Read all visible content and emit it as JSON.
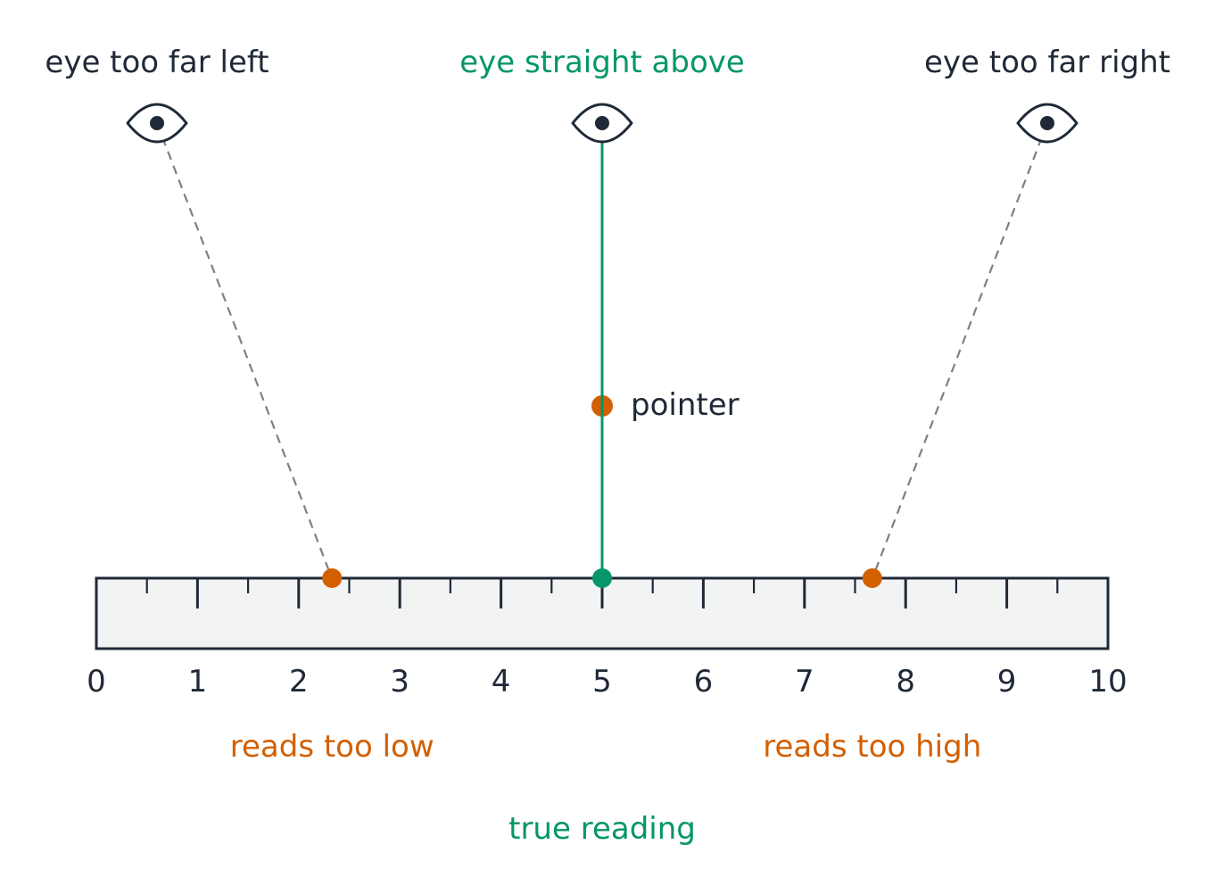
{
  "colors": {
    "ink": "#1f2937",
    "accent_true": "#059669",
    "accent_error": "#d35f00",
    "sightline": "#808080",
    "ruler_fill": "#f2f3f3"
  },
  "eyes": {
    "left": {
      "label": "eye too far left",
      "icon": "eye-icon"
    },
    "center": {
      "label": "eye straight above",
      "icon": "eye-icon"
    },
    "right": {
      "label": "eye too far right",
      "icon": "eye-icon"
    }
  },
  "pointer": {
    "label": "pointer"
  },
  "scale": {
    "min": 0,
    "max": 10,
    "major_ticks": [
      "0",
      "1",
      "2",
      "3",
      "4",
      "5",
      "6",
      "7",
      "8",
      "9",
      "10"
    ],
    "minor_step": 0.5
  },
  "readings": {
    "low": {
      "value": 2.33,
      "label": "reads too low"
    },
    "true": {
      "value": 5,
      "label": "true reading"
    },
    "high": {
      "value": 7.67,
      "label": "reads too high"
    }
  }
}
